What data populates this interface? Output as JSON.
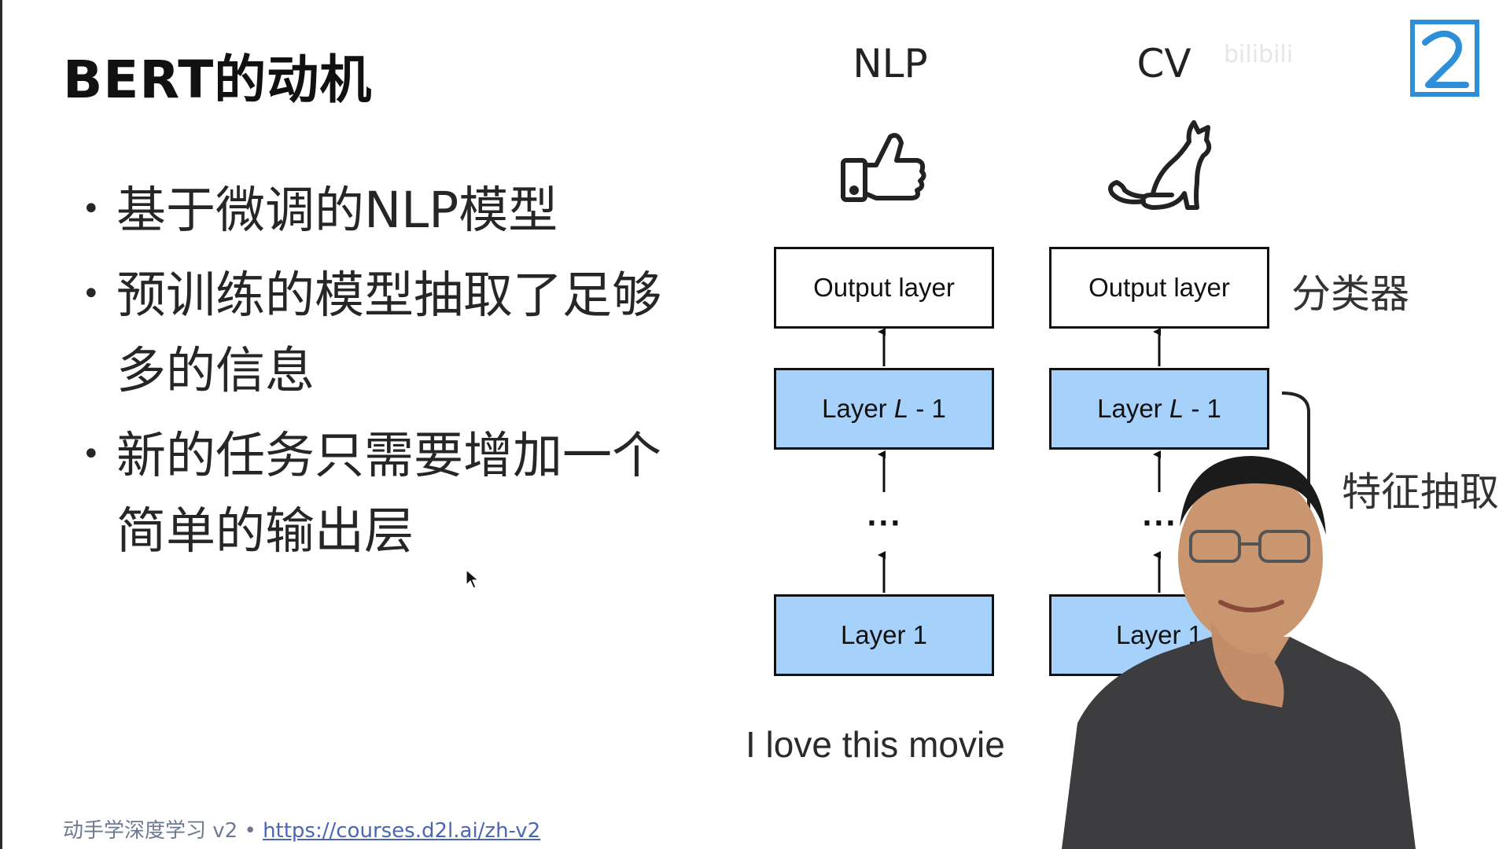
{
  "slide": {
    "title": "BERT的动机",
    "bullets": [
      "基于微调的NLP模型",
      "预训练的模型抽取了足够多的信息",
      "新的任务只需要增加一个简单的输出层"
    ]
  },
  "diagram": {
    "nlp": {
      "heading": "NLP",
      "icon": "thumbs-up-icon",
      "output_label": "Output layer",
      "layer_top_prefix": "Layer ",
      "layer_top_var": "L",
      "layer_top_suffix": " - 1",
      "dots": "···",
      "layer_bottom": "Layer 1",
      "input_text": "I love this movie"
    },
    "cv": {
      "heading": "CV",
      "icon": "cat-icon",
      "output_label": "Output layer",
      "layer_top_prefix": "Layer ",
      "layer_top_var": "L",
      "layer_top_suffix": " - 1",
      "dots": "···",
      "layer_bottom": "Layer 1"
    },
    "labels": {
      "classifier": "分类器",
      "feature_extraction": "特征抽取"
    },
    "colors": {
      "layer_fill": "#a6d1fb",
      "border": "#111111"
    }
  },
  "footer": {
    "course": "动手学深度学习 v2 • ",
    "link": "https://courses.d2l.ai/zh-v2"
  },
  "watermark": {
    "text": "bilibili"
  }
}
